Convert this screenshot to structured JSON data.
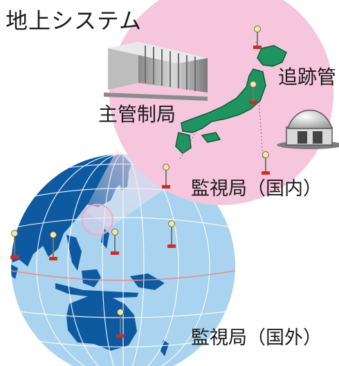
{
  "title": "地上システム",
  "labels": {
    "main_station": "主管制局",
    "tracking_station": "追跡管",
    "monitor_domestic": "監視局（国内）",
    "monitor_overseas": "監視局（国外）"
  },
  "colors": {
    "globe_ocean": "#a9d3ee",
    "globe_land": "#0e5aa0",
    "inset_circle": "#f6c6dc",
    "japan": "#1f9460",
    "marker_head": "#f3ea9a",
    "marker_base": "#d22a2a"
  },
  "icons": [
    "globe-icon",
    "japan-map-icon",
    "control-building-icon",
    "radome-antenna-icon",
    "antenna-marker-icon"
  ]
}
